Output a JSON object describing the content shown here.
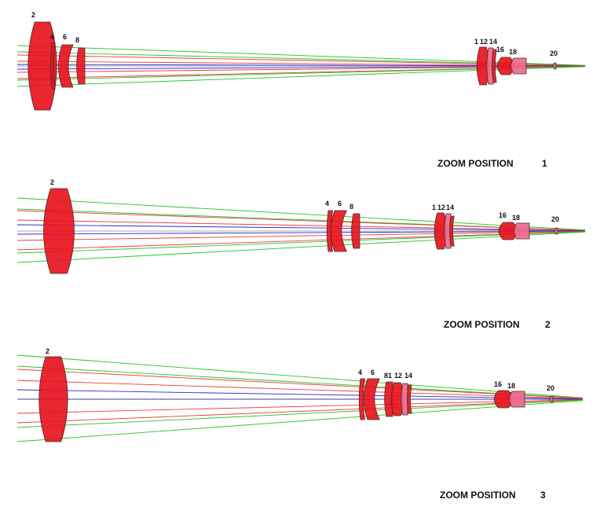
{
  "zoom_positions": [
    {
      "label": "ZOOM POSITION",
      "number": "1",
      "surface_labels": [
        "2",
        "4",
        "6",
        "8",
        "1",
        "12",
        "14",
        "16",
        "18",
        "20"
      ]
    },
    {
      "label": "ZOOM POSITION",
      "number": "2",
      "surface_labels": [
        "2",
        "4",
        "6",
        "8",
        "1",
        "12",
        "14",
        "16",
        "18",
        "20"
      ]
    },
    {
      "label": "ZOOM POSITION",
      "number": "3",
      "surface_labels": [
        "2",
        "4",
        "6",
        "81",
        "12",
        "14",
        "16",
        "18",
        "20"
      ]
    }
  ],
  "colors": {
    "lens_red": "#e8141e",
    "lens_pink": "#f06a8c",
    "lens_outline": "#4a2a2a",
    "ray_green": "#27c427",
    "ray_red": "#ee3b3b",
    "ray_blue": "#2b2bd6",
    "text": "#111111"
  }
}
